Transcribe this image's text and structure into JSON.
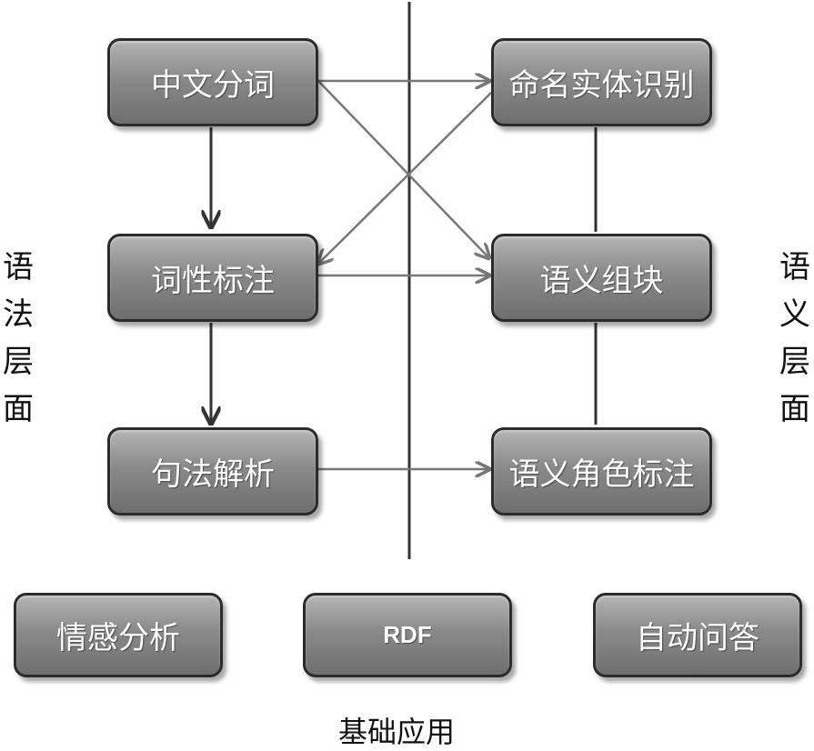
{
  "nodes": {
    "segmentation": "中文分词",
    "pos_tagging": "词性标注",
    "parsing": "句法解析",
    "ner": "命名实体识别",
    "semantic_chunk": "语义组块",
    "srl": "语义角色标注",
    "sentiment": "情感分析",
    "rdf": "RDF",
    "qa": "自动问答"
  },
  "labels": {
    "syntax_level": "语\n法\n层\n面",
    "semantic_level": "语\n义\n层\n面",
    "basic_apps": "基础应用"
  },
  "colors": {
    "node_fill": "#8a8a8a",
    "node_border": "#2b2b2b",
    "arrow_dark": "#333333",
    "arrow_light": "#777777",
    "divider": "#333333"
  }
}
